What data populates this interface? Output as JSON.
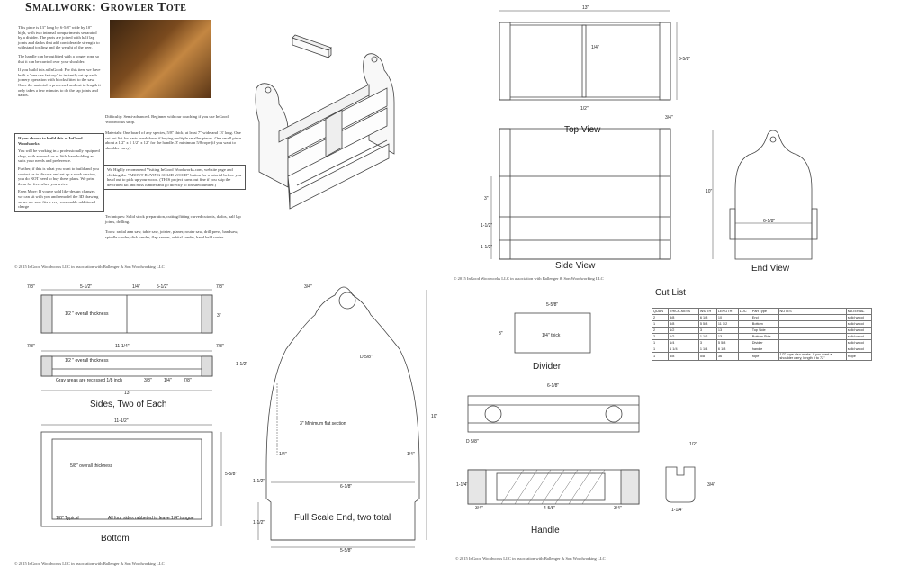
{
  "title": "Smallwork: Growler Tote",
  "intro": [
    "This piece is 13\" long by 6-5/8\" wide by 10\" high, with two internal compartments separated by a divider. The parts are joined with half lap joints and dados that add considerable strength to withstand jostling and the weight of the beer.",
    "The handle can be outfitted with a longer rope so that it can be carried over your shoulder.",
    "If you build this at InGood: For this item we have built a \"one use factory\" to instantly set up each joinery operation with blocks fitted to the saw. Once the material is processed and cut to length it only takes a few minutes to do the lap joints and dados."
  ],
  "box1": {
    "heading": "If you choose to build this at InGood Woodworks:",
    "paras": [
      "You will be working in a professionally equipped shop, with as much or as little handholding as suits your needs and preference.",
      "Further, if this is what you want to build and you contact us to discuss and set up a work session, you do NOT need to buy these plans. We print them for free when you arrive.",
      "Even More: If you've sold like-design changes we can sit with you and remodel the 3D drawing so we are sure fits a very reasonable additional charge"
    ]
  },
  "difficulty": "Difficulty: Semi-advanced. Beginner with our coaching if you use InGood Woodworks shop.",
  "materials": "Materials: One board of any species, 5/8\" thick, at least 7\" wide and 13' long. One cut out list for parts breakdown if buying multiple smaller pieces. One small piece about a 1/2\" x 1 1/2\" x 12\" for the handle. 3' minimum 5/8 rope (if you want to shoulder carry).",
  "box2": "We Highly recommend Visiting InGood Woodworks.com, website page and clicking the \"ABOUT BUYING SOLID WOOD\" button for a tutorial before you head out to pick up your wood. (THIS project turns out fine if you skip the described kit and miss lumber and go directly to finished lumber.)",
  "techniques": "Techniques: Solid stock preparation, cutting/fitting curved cutouts, dados, half lap joints, drilling.",
  "tools": "Tools: radial arm saw, table saw, jointer, planer, router saw, drill press, bandsaw, spindle sander, disk sander, flap sander, orbital sander, hand held router",
  "copyright": "© 2015 InGood Woodworks LLC in association with Ballenger & Son Woodworking LLC",
  "captions": {
    "top": "Top View",
    "side": "Side View",
    "end": "End View",
    "sides": "Sides, Two of Each",
    "bottom": "Bottom",
    "full": "Full Scale End, two total",
    "divider": "Divider",
    "handle": "Handle",
    "cutlist": "Cut List"
  },
  "dims": {
    "top_len": "13\"",
    "top_w": "6-5/8\"",
    "quarter": "1/4\"",
    "half": "1/2\"",
    "threequarter": "3/4\"",
    "side_3": "3\"",
    "side_112": "1-1/2\"",
    "side_1": "1-1/2\"",
    "end_10": "10\"",
    "end_618": "6-1/8\"",
    "s_78a": "7/8\"",
    "s_512a": "5-1/2\"",
    "s_14": "1/4\"",
    "s_512b": "5-1/2\"",
    "s_78b": "7/8\"",
    "s_3": "3\"",
    "s_78c": "7/8\"",
    "s_1114": "11-1/4\"",
    "s_78d": "7/8\"",
    "s_112": "1-1/2\"",
    "s_13": "13\"",
    "s_38": "3/8\"",
    "s_14b": "1/4\"",
    "s_78e": "7/8\"",
    "thick_half": "1/2 \" overall thickness",
    "gray_note": "Gray areas are recessed 1/8 inch",
    "b_1112": "11-1/2\"",
    "b_558": "5-5/8\"",
    "b_thick": "5/8\" overall thickness",
    "b_typ": "1/8\" Typical",
    "b_note": "All four sides rabbeted to leave 1/4\" tongue",
    "f_34": "3/4\"",
    "f_d": "D 5/8\"",
    "f_flat": "3\" Minimum flat section",
    "f_14a": "1/4\"",
    "f_14b": "1/4\"",
    "f_618": "6-1/8\"",
    "f_112": "1-1/2\"",
    "f_10": "10\"",
    "f_558": "5-5/8\"",
    "f_112b": "1-1/2\"",
    "d_558": "5-5/8\"",
    "d_3": "3\"",
    "d_thick": "1/4\" thick",
    "h_618": "6-1/8\"",
    "h_d": "D 5/8\"",
    "h_14": "1-1/4\"",
    "h_34a": "3/4\"",
    "h_458": "4-5/8\"",
    "h_34b": "3/4\"",
    "e_12": "1/2\"",
    "e_34": "3/4\"",
    "e_114": "1-1/4\""
  },
  "cutlist": {
    "headers": [
      "QUAN",
      "THICK-NESS",
      "WIDTH",
      "LENGTH",
      "LOC",
      "Part Type",
      "NOTES",
      "MATERIAL"
    ],
    "rows": [
      [
        "2",
        "5/8",
        "6 1/8",
        "10",
        "",
        "End",
        "",
        "solid wood"
      ],
      [
        "1",
        "5/8",
        "5 5/8",
        "11 1/2",
        "",
        "Bottom",
        "",
        "solid wood"
      ],
      [
        "2",
        "1/2",
        "3",
        "13",
        "",
        "Top Side",
        "",
        "solid wood"
      ],
      [
        "2",
        "1/2",
        "1 1/2",
        "13",
        "",
        "Bottom Side",
        "",
        "solid wood"
      ],
      [
        "1",
        "1/4",
        "3",
        "5 5/8",
        "",
        "Divider",
        "",
        "solid wood"
      ],
      [
        "1",
        "1 1/4",
        "1 1/4",
        "6 1/8",
        "",
        "handle",
        "",
        "solid wood"
      ],
      [
        "1",
        "5/8",
        "5/8",
        "36",
        "",
        "rope",
        "1/2\" rope also works. If you want a shoulder carry, length it to 72\"",
        "Rope"
      ]
    ]
  }
}
